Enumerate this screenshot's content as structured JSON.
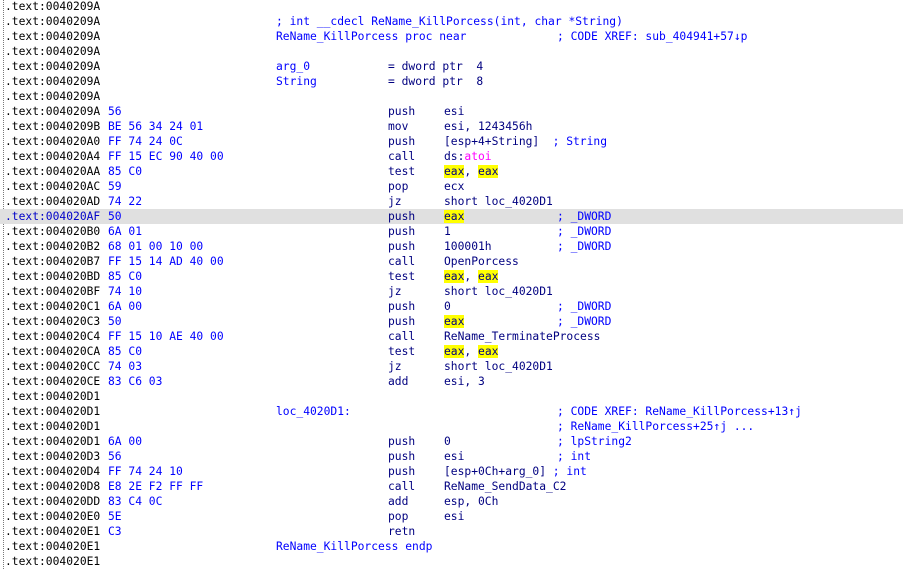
{
  "window": {
    "title": "IDA View",
    "zoom": ""
  },
  "highlight": {
    "token": "eax",
    "color": "#ffff00"
  },
  "lines": [
    {
      "addr": ".text:0040209A"
    },
    {
      "addr": ".text:0040209A",
      "fcmt": "; int __cdecl ReName_KillPorcess(int, char *String)"
    },
    {
      "addr": ".text:0040209A",
      "label": "ReName_KillPorcess proc near",
      "cmt": "; CODE XREF: sub_404941+57↓p"
    },
    {
      "addr": ".text:0040209A"
    },
    {
      "addr": ".text:0040209A",
      "label": "arg_0",
      "mnem": "= dword ptr  4"
    },
    {
      "addr": ".text:0040209A",
      "label": "String",
      "mnem": "= dword ptr  8"
    },
    {
      "addr": ".text:0040209A"
    },
    {
      "addr": ".text:0040209A",
      "bytes": "56",
      "mnem": "push",
      "ops": [
        {
          "t": "esi"
        }
      ]
    },
    {
      "addr": ".text:0040209B",
      "bytes": "BE 56 34 24 01",
      "mnem": "mov",
      "ops": [
        {
          "t": "esi, 1243456h"
        }
      ]
    },
    {
      "addr": ".text:004020A0",
      "bytes": "FF 74 24 0C",
      "mnem": "push",
      "ops": [
        {
          "t": "[esp+4+String]"
        }
      ],
      "cmt": "  ; String",
      "cmt_inline": true
    },
    {
      "addr": ".text:004020A4",
      "bytes": "FF 15 EC 90 40 00",
      "mnem": "call",
      "ops": [
        {
          "t": "ds:"
        },
        {
          "t": "atoi",
          "k": "imp"
        }
      ]
    },
    {
      "addr": ".text:004020AA",
      "bytes": "85 C0",
      "mnem": "test",
      "ops": [
        {
          "t": "eax",
          "k": "hl"
        },
        {
          "t": ", "
        },
        {
          "t": "eax",
          "k": "hl"
        }
      ]
    },
    {
      "addr": ".text:004020AC",
      "bytes": "59",
      "mnem": "pop",
      "ops": [
        {
          "t": "ecx"
        }
      ]
    },
    {
      "addr": ".text:004020AD",
      "bytes": "74 22",
      "mnem": "jz",
      "ops": [
        {
          "t": "short loc_4020D1"
        }
      ]
    },
    {
      "addr": ".text:004020AF",
      "bytes": "50",
      "mnem": "push",
      "ops": [
        {
          "t": "eax",
          "k": "hl"
        }
      ],
      "cmt": "; _DWORD",
      "sel": true
    },
    {
      "addr": ".text:004020B0",
      "bytes": "6A 01",
      "mnem": "push",
      "ops": [
        {
          "t": "1"
        }
      ],
      "cmt": "; _DWORD"
    },
    {
      "addr": ".text:004020B2",
      "bytes": "68 01 00 10 00",
      "mnem": "push",
      "ops": [
        {
          "t": "100001h"
        }
      ],
      "cmt": "; _DWORD"
    },
    {
      "addr": ".text:004020B7",
      "bytes": "FF 15 14 AD 40 00",
      "mnem": "call",
      "ops": [
        {
          "t": "OpenPorcess"
        }
      ]
    },
    {
      "addr": ".text:004020BD",
      "bytes": "85 C0",
      "mnem": "test",
      "ops": [
        {
          "t": "eax",
          "k": "hl"
        },
        {
          "t": ", "
        },
        {
          "t": "eax",
          "k": "hl"
        }
      ]
    },
    {
      "addr": ".text:004020BF",
      "bytes": "74 10",
      "mnem": "jz",
      "ops": [
        {
          "t": "short loc_4020D1"
        }
      ]
    },
    {
      "addr": ".text:004020C1",
      "bytes": "6A 00",
      "mnem": "push",
      "ops": [
        {
          "t": "0"
        }
      ],
      "cmt": "; _DWORD"
    },
    {
      "addr": ".text:004020C3",
      "bytes": "50",
      "mnem": "push",
      "ops": [
        {
          "t": "eax",
          "k": "hl"
        }
      ],
      "cmt": "; _DWORD"
    },
    {
      "addr": ".text:004020C4",
      "bytes": "FF 15 10 AE 40 00",
      "mnem": "call",
      "ops": [
        {
          "t": "ReName_TerminateProcess"
        }
      ]
    },
    {
      "addr": ".text:004020CA",
      "bytes": "85 C0",
      "mnem": "test",
      "ops": [
        {
          "t": "eax",
          "k": "hl"
        },
        {
          "t": ", "
        },
        {
          "t": "eax",
          "k": "hl"
        }
      ]
    },
    {
      "addr": ".text:004020CC",
      "bytes": "74 03",
      "mnem": "jz",
      "ops": [
        {
          "t": "short loc_4020D1"
        }
      ]
    },
    {
      "addr": ".text:004020CE",
      "bytes": "83 C6 03",
      "mnem": "add",
      "ops": [
        {
          "t": "esi, 3"
        }
      ]
    },
    {
      "addr": ".text:004020D1"
    },
    {
      "addr": ".text:004020D1",
      "label": "loc_4020D1:",
      "cmt": "; CODE XREF: ReName_KillPorcess+13↑j"
    },
    {
      "addr": ".text:004020D1",
      "cmt": "; ReName_KillPorcess+25↑j ..."
    },
    {
      "addr": ".text:004020D1",
      "bytes": "6A 00",
      "mnem": "push",
      "ops": [
        {
          "t": "0"
        }
      ],
      "cmt": "; lpString2"
    },
    {
      "addr": ".text:004020D3",
      "bytes": "56",
      "mnem": "push",
      "ops": [
        {
          "t": "esi"
        }
      ],
      "cmt": "; int"
    },
    {
      "addr": ".text:004020D4",
      "bytes": "FF 74 24 10",
      "mnem": "push",
      "ops": [
        {
          "t": "[esp+0Ch+arg_0]"
        }
      ],
      "cmt": " ; int",
      "cmt_inline": true
    },
    {
      "addr": ".text:004020D8",
      "bytes": "E8 2E F2 FF FF",
      "mnem": "call",
      "ops": [
        {
          "t": "ReName_SendData_C2"
        }
      ]
    },
    {
      "addr": ".text:004020DD",
      "bytes": "83 C4 0C",
      "mnem": "add",
      "ops": [
        {
          "t": "esp, 0Ch"
        }
      ]
    },
    {
      "addr": ".text:004020E0",
      "bytes": "5E",
      "mnem": "pop",
      "ops": [
        {
          "t": "esi"
        }
      ]
    },
    {
      "addr": ".text:004020E1",
      "bytes": "C3",
      "mnem": "retn"
    },
    {
      "addr": ".text:004020E1",
      "label": "ReName_KillPorcess endp"
    },
    {
      "addr": ".text:004020E1"
    }
  ]
}
